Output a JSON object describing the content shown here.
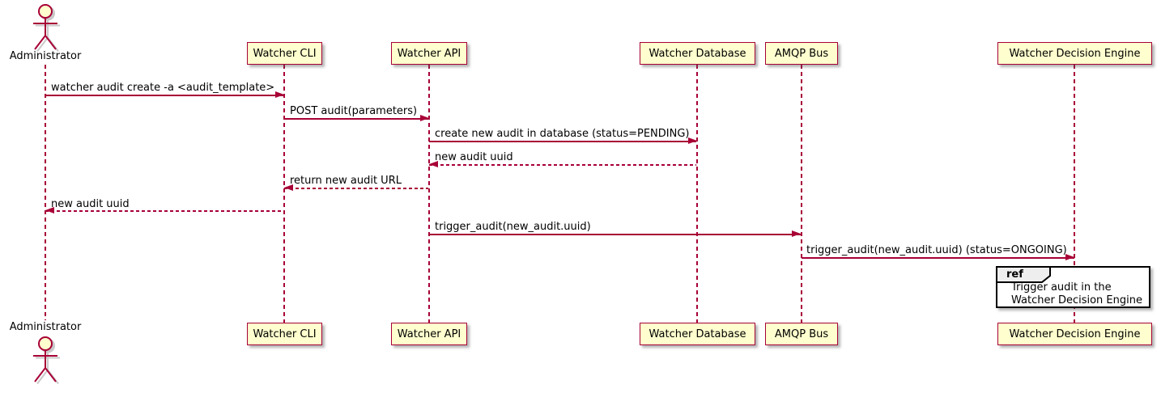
{
  "actor": {
    "label": "Administrator"
  },
  "participants": [
    {
      "label": "Watcher CLI"
    },
    {
      "label": "Watcher API"
    },
    {
      "label": "Watcher Database"
    },
    {
      "label": "AMQP Bus"
    },
    {
      "label": "Watcher Decision Engine"
    }
  ],
  "messages": [
    {
      "from": "Administrator",
      "to": "Watcher CLI",
      "label": "watcher audit create -a <audit_template>",
      "line": "solid"
    },
    {
      "from": "Watcher CLI",
      "to": "Watcher API",
      "label": "POST audit(parameters)",
      "line": "solid"
    },
    {
      "from": "Watcher API",
      "to": "Watcher Database",
      "label": "create new audit in database (status=PENDING)",
      "line": "solid"
    },
    {
      "from": "Watcher Database",
      "to": "Watcher API",
      "label": "new audit uuid",
      "line": "dashed"
    },
    {
      "from": "Watcher API",
      "to": "Watcher CLI",
      "label": "return new audit URL",
      "line": "dashed"
    },
    {
      "from": "Watcher CLI",
      "to": "Administrator",
      "label": "new audit uuid",
      "line": "dashed"
    },
    {
      "from": "Watcher API",
      "to": "AMQP Bus",
      "label": "trigger_audit(new_audit.uuid)",
      "line": "solid"
    },
    {
      "from": "AMQP Bus",
      "to": "Watcher Decision Engine",
      "label": "trigger_audit(new_audit.uuid) (status=ONGOING)",
      "line": "solid"
    }
  ],
  "ref_fragment": {
    "keyword": "ref",
    "line1": "Trigger audit in the",
    "line2": "Watcher Decision Engine"
  },
  "colors": {
    "accent": "#A80036",
    "participant_fill": "#FEFECE",
    "ref_border": "#000000",
    "ref_header_fill": "#EEEEEE",
    "text": "#000000"
  }
}
